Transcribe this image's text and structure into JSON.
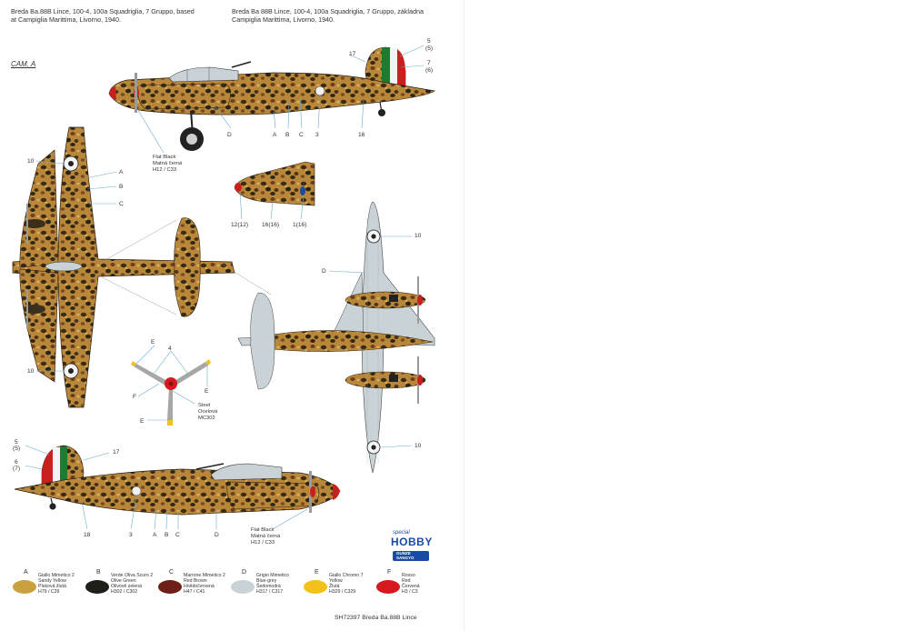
{
  "captions": {
    "left_lines": [
      "Breda Ba.88B Lince, 100-4, 100a Squadriglia, 7 Gruppo, based",
      "at Campiglia Marittima, Livorno, 1940."
    ],
    "right_lines": [
      "Breda Ba 88B Lince, 100-4, 100a Squadriglia, 7 Gruppo, základna",
      "Campiglia Marittima, Livorno, 1940."
    ]
  },
  "camo_label": "CAM. A",
  "callouts": {
    "top_17": "17",
    "top_5": "5",
    "top_5p": "(5)",
    "top_7": "7",
    "top_6p": "(6)",
    "top_D": "D",
    "top_A": "A",
    "top_B": "B",
    "top_C": "C",
    "top_3": "3",
    "top_16": "16",
    "ov_10a": "10",
    "ov_A": "A",
    "ov_B": "B",
    "ov_C": "C",
    "ov_10b": "10",
    "nose_1": "12(12)",
    "nose_2": "16(16)",
    "nose_3": "1(16)",
    "und_10a": "10",
    "und_D": "D",
    "und_10b": "10",
    "prop_E1": "E",
    "prop_4": "4",
    "prop_E2": "E",
    "prop_F": "F",
    "prop_E3": "E",
    "bot_5": "5",
    "bot_5p": "(5)",
    "bot_17": "17",
    "bot_6": "6",
    "bot_7p": "(7)",
    "bot_18": "18",
    "bot_3": "3",
    "bot_A": "A",
    "bot_B": "B",
    "bot_C": "C",
    "bot_D": "D"
  },
  "notes": {
    "flat_black_top": [
      "Flat Black",
      "Matná černá",
      "H12 / C33"
    ],
    "steel": [
      "Steel",
      "Ocelová",
      "MC302"
    ],
    "flat_black_bottom": [
      "Flat Black",
      "Matná černá",
      "H12 / C33"
    ]
  },
  "legend": [
    {
      "letter": "A",
      "color": "#c9a23f",
      "lines": [
        "Giallo Mimetico 2",
        "Sandy Yellow",
        "Písková žlutá",
        "H79 / C39"
      ]
    },
    {
      "letter": "B",
      "color": "#1f1f1a",
      "lines": [
        "Verde Oliva Scuro 2",
        "Olive Green",
        "Olivově zelená",
        "H302 / C302"
      ]
    },
    {
      "letter": "C",
      "color": "#6e1f17",
      "lines": [
        "Marrone Mimetico 2",
        "Red Brown",
        "Hnědočervená",
        "H47 / C41"
      ]
    },
    {
      "letter": "D",
      "color": "#c9d2d6",
      "lines": [
        "Grigio Mimetico",
        "Blue-grey",
        "Šedomodrá",
        "H317 / C317"
      ]
    },
    {
      "letter": "E",
      "color": "#f2c11c",
      "lines": [
        "Giallo Chromo 7",
        "Yellow",
        "Žlutá",
        "H329 / C329"
      ]
    },
    {
      "letter": "F",
      "color": "#d7191f",
      "lines": [
        "Rosso",
        "Red",
        "Červená",
        "H3 / C3"
      ]
    }
  ],
  "logo": {
    "special": "special",
    "hobby": "HOBBY",
    "gunze_1": "GUNZE",
    "gunze_2": "SANGYO"
  },
  "footer": "SH72397   Breda Ba.88B Lince"
}
